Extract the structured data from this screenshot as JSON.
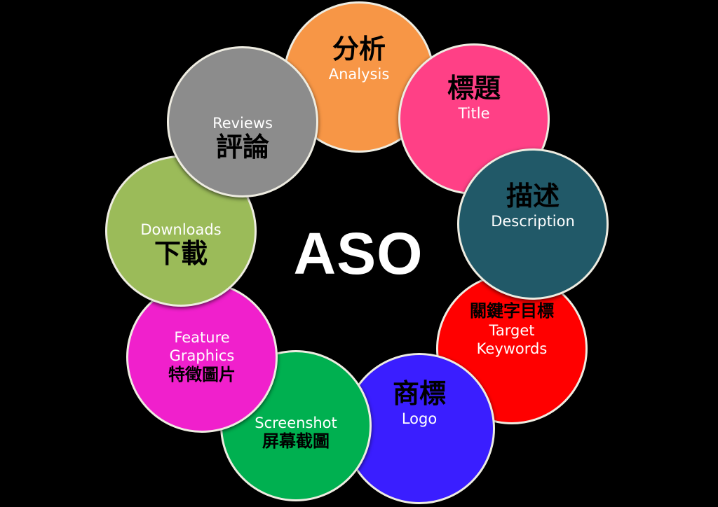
{
  "diagram": {
    "type": "circular-cluster",
    "background": "#000000",
    "center": {
      "label": "ASO",
      "color": "#FFFFFF"
    },
    "nodes": [
      {
        "id": "analysis",
        "zh": "分析",
        "en": "Analysis",
        "color": "#F79646",
        "order": "zh-first"
      },
      {
        "id": "title",
        "zh": "標題",
        "en": "Title",
        "color": "#FF4086",
        "order": "zh-first"
      },
      {
        "id": "description",
        "zh": "描述",
        "en": "Description",
        "color": "#215968",
        "order": "zh-first"
      },
      {
        "id": "keywords",
        "zh": "關鍵字目標",
        "en_line1": "Target",
        "en_line2": "Keywords",
        "color": "#FF0000",
        "order": "zh-first"
      },
      {
        "id": "logo",
        "zh": "商標",
        "en": "Logo",
        "color": "#3A1EFF",
        "order": "zh-first"
      },
      {
        "id": "screenshot",
        "zh": "屏幕截圖",
        "en": "Screenshot",
        "color": "#00B050",
        "order": "en-first"
      },
      {
        "id": "feature",
        "zh": "特徵圖片",
        "en_line1": "Feature",
        "en_line2": "Graphics",
        "color": "#F020CC",
        "order": "en-first"
      },
      {
        "id": "downloads",
        "zh": "下載",
        "en": "Downloads",
        "color": "#9BBB59",
        "order": "en-first"
      },
      {
        "id": "reviews",
        "zh": "評論",
        "en": "Reviews",
        "color": "#8C8C8C",
        "order": "en-first"
      }
    ],
    "border_color": "#EEECE1"
  }
}
